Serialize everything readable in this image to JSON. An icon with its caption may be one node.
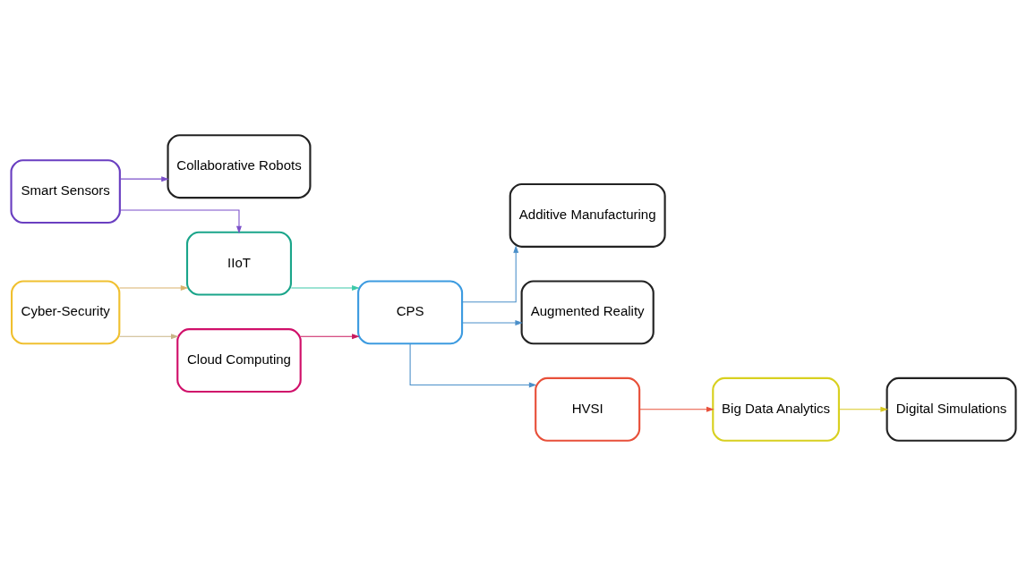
{
  "diagram": {
    "nodes": [
      {
        "text": [
          "Smart Sensors"
        ]
      },
      {
        "text": [
          "Collaborative Robots"
        ]
      },
      {
        "text": [
          "IIoT"
        ]
      },
      {
        "text": [
          "Cyber-Security"
        ]
      },
      {
        "text": [
          "CPS"
        ]
      },
      {
        "text": [
          "Additive Manufacturing"
        ]
      },
      {
        "text": [
          "Cloud Computing"
        ]
      },
      {
        "text": [
          "Augmented Reality"
        ]
      },
      {
        "text": [
          "HVSI"
        ]
      },
      {
        "text": [
          "Big Data Analytics"
        ]
      },
      {
        "text": [
          "Digital Simulations"
        ]
      }
    ],
    "edges": [
      {
        "from": 0,
        "to": 1,
        "arrow": "to",
        "color": "#7b4fc9"
      },
      {
        "from": 0,
        "to": 2,
        "arrow": "to",
        "color": "#7b4fc9"
      },
      {
        "from": 3,
        "to": 2,
        "arrow": "to",
        "color": "#d9b26a"
      },
      {
        "from": 3,
        "to": 6,
        "arrow": "to",
        "color": "#c8b486"
      },
      {
        "from": 2,
        "to": 4,
        "arrow": "to",
        "color": "#3cc8a8"
      },
      {
        "from": 6,
        "to": 4,
        "arrow": "to",
        "color": "#c8185e"
      },
      {
        "from": 4,
        "to": 5,
        "arrow": "to",
        "color": "#4a8fc9"
      },
      {
        "from": 4,
        "to": 7,
        "arrow": "to",
        "color": "#4a8fc9"
      },
      {
        "from": 4,
        "to": 8,
        "arrow": "to",
        "color": "#4a8fc9"
      },
      {
        "from": 8,
        "to": 9,
        "arrow": "to",
        "color": "#e8503a"
      },
      {
        "from": 9,
        "to": 10,
        "arrow": "to",
        "color": "#d8c820"
      }
    ]
  }
}
